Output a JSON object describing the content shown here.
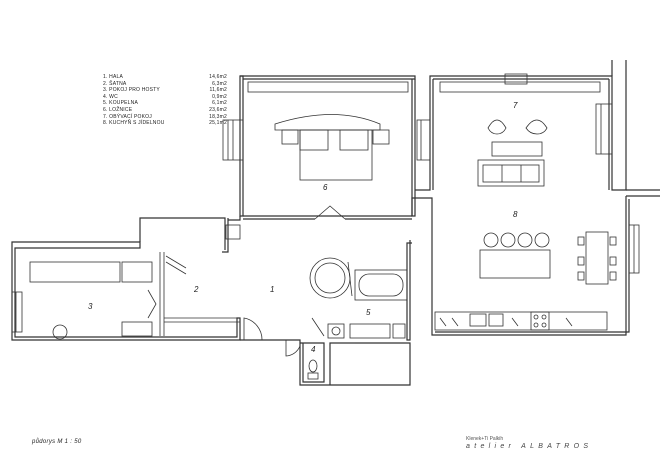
{
  "legend": [
    {
      "name": "1. HALA",
      "area": "14,6m2"
    },
    {
      "name": "2. ŠATNA",
      "area": "6,3m2"
    },
    {
      "name": "3. POKOJ PRO HOSTY",
      "area": "11,6m2"
    },
    {
      "name": "4. WC",
      "area": "0,9m2"
    },
    {
      "name": "5. KOUPELNA",
      "area": "6,1m2"
    },
    {
      "name": "6. LOŽNICE",
      "area": "23,6m2"
    },
    {
      "name": "7. OBÝVACÍ POKOJ",
      "area": "18,3m2"
    },
    {
      "name": "8. KUCHYŇ S JÍDELNOU",
      "area": "25,1m2"
    }
  ],
  "rooms": {
    "r1": "1",
    "r2": "2",
    "r3": "3",
    "r4": "4",
    "r5": "5",
    "r6": "6",
    "r7": "7",
    "r8": "8"
  },
  "scale_label": "půdorys M 1 : 50",
  "studio_small": "Klenek+Ti Palkih",
  "studio_name": "atelier ALBATROS"
}
